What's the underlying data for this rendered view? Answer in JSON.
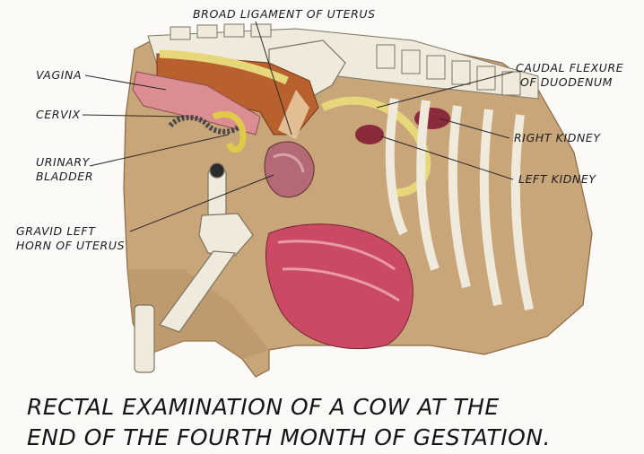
{
  "labels": {
    "broad_ligament": "BROAD LIGAMENT OF UTERUS",
    "vagina": "VAGINA",
    "cervix": "CERVIX",
    "urinary_bladder_1": "URINARY",
    "urinary_bladder_2": "BLADDER",
    "gravid_horn_1": "GRAVID LEFT",
    "gravid_horn_2": "HORN OF UTERUS",
    "caudal_flexure_1": "CAUDAL FLEXURE",
    "caudal_flexure_2": "OF DUODENUM",
    "right_kidney": "RIGHT KIDNEY",
    "left_kidney": "LEFT KIDNEY"
  },
  "caption": {
    "line1": "RECTAL EXAMINATION OF A COW AT THE",
    "line2": "END OF THE FOURTH MONTH OF GESTATION."
  },
  "colors": {
    "body": "#c9a57a",
    "bone": "#efeadc",
    "rectum": "#b8602e",
    "vagina": "#dc8d92",
    "yellow_structure": "#e7d77a",
    "uterus": "#b46a74",
    "kidney": "#8a2a3a",
    "muscle": "#c94a62"
  }
}
